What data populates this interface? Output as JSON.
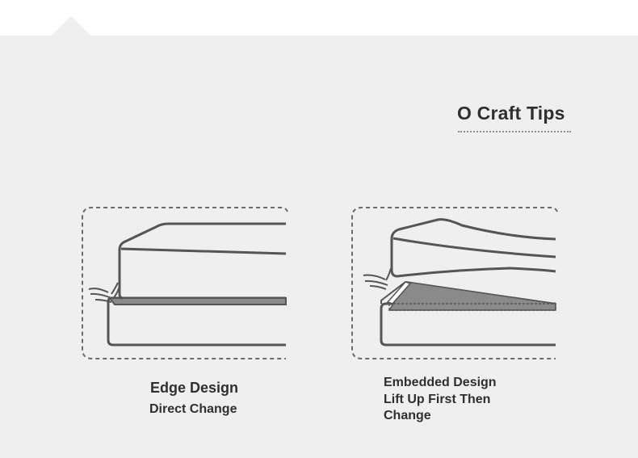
{
  "tips": {
    "title": "O Craft Tips"
  },
  "edge": {
    "title": "Edge Design",
    "subtitle": "Direct Change"
  },
  "embedded": {
    "title": "Embedded Design",
    "subtitle": "Lift Up First Then Change"
  },
  "colors": {
    "background": "#efefef",
    "stroke": "#555555",
    "dash": "#6a6a6a",
    "fill_dark": "#8a8a8a"
  }
}
